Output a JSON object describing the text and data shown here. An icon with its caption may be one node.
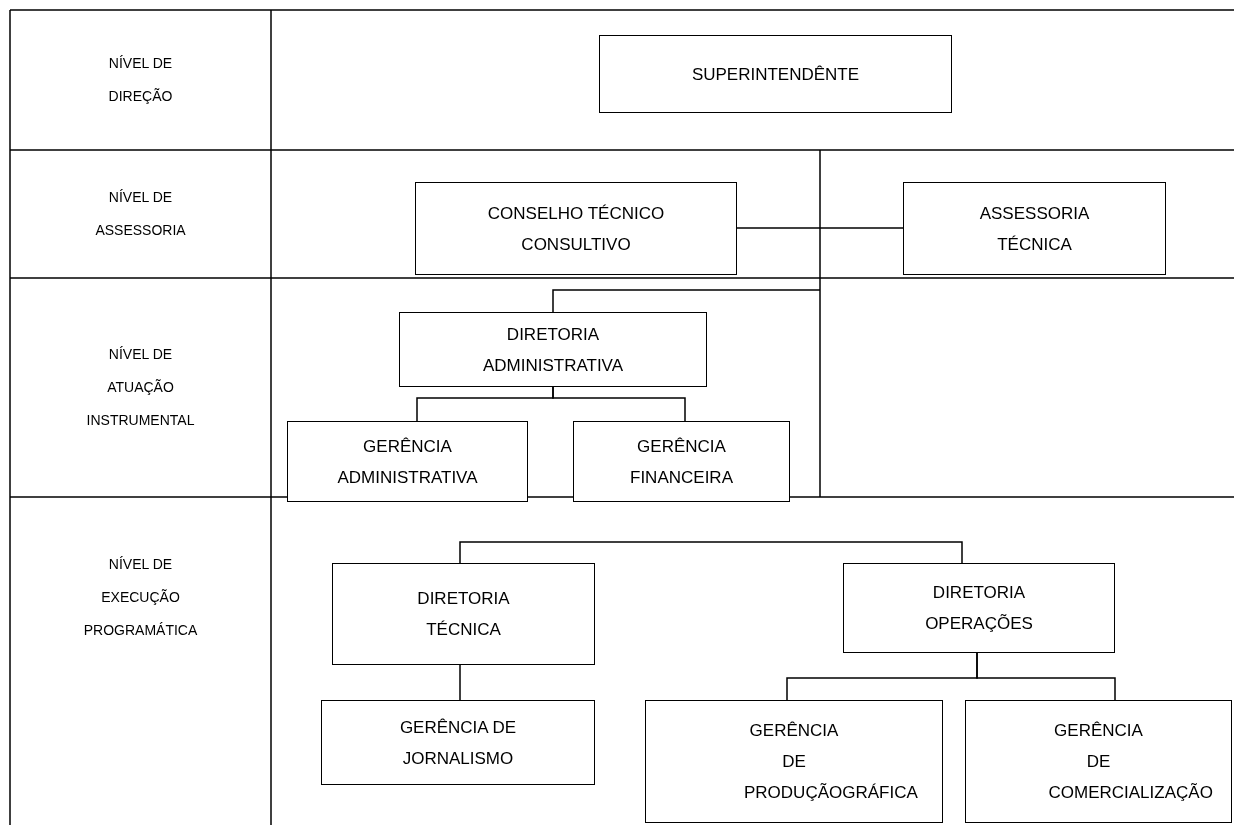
{
  "diagram": {
    "nodes": [
      {
        "text": [
          "SUPERINTENDÊNTE"
        ]
      },
      {
        "text": [
          "CONSELHO TÉCNICO CONSULTIVO"
        ]
      },
      {
        "text": [
          "ASSESSORIA TÉCNICA"
        ]
      },
      {
        "text": [
          "DIRETORIA ADMINISTRATIVA"
        ]
      },
      {
        "text": [
          "GERÊNCIA ADMINISTRATIVA"
        ]
      },
      {
        "text": [
          "GERÊNCIA FINANCEIRA"
        ]
      },
      {
        "text": [
          "DIRETORIA TÉCNICA"
        ]
      },
      {
        "text": [
          "DIRETORIA OPERAÇÕES"
        ]
      },
      {
        "text": [
          "GERÊNCIA DE JORNALISMO"
        ]
      },
      {
        "text": [
          "GERÊNCIA DE PRODUÇÃOGRÁFICA"
        ]
      },
      {
        "text": [
          "GERÊNCIA DE COMERCIALIZAÇÃO"
        ]
      }
    ],
    "edges": [
      {
        "from": 1,
        "to": 2,
        "arrow": "none"
      },
      {
        "from": null,
        "to": 3,
        "arrow": "none"
      },
      {
        "from": 3,
        "to": 4,
        "arrow": "none"
      },
      {
        "from": 3,
        "to": 5,
        "arrow": "none"
      },
      {
        "from": 6,
        "to": 7,
        "arrow": "none"
      },
      {
        "from": 6,
        "to": 8,
        "arrow": "none"
      },
      {
        "from": 7,
        "to": 9,
        "arrow": "none"
      },
      {
        "from": 7,
        "to": 10,
        "arrow": "none"
      }
    ],
    "labels": [
      "NÍVEL DE DIREÇÃO",
      "NÍVEL DE ASSESSORIA",
      "NÍVEL DE ATUAÇÃO INSTRUMENTAL",
      "NÍVEL DE EXECUÇÃO PROGRAMÁTICA"
    ]
  }
}
